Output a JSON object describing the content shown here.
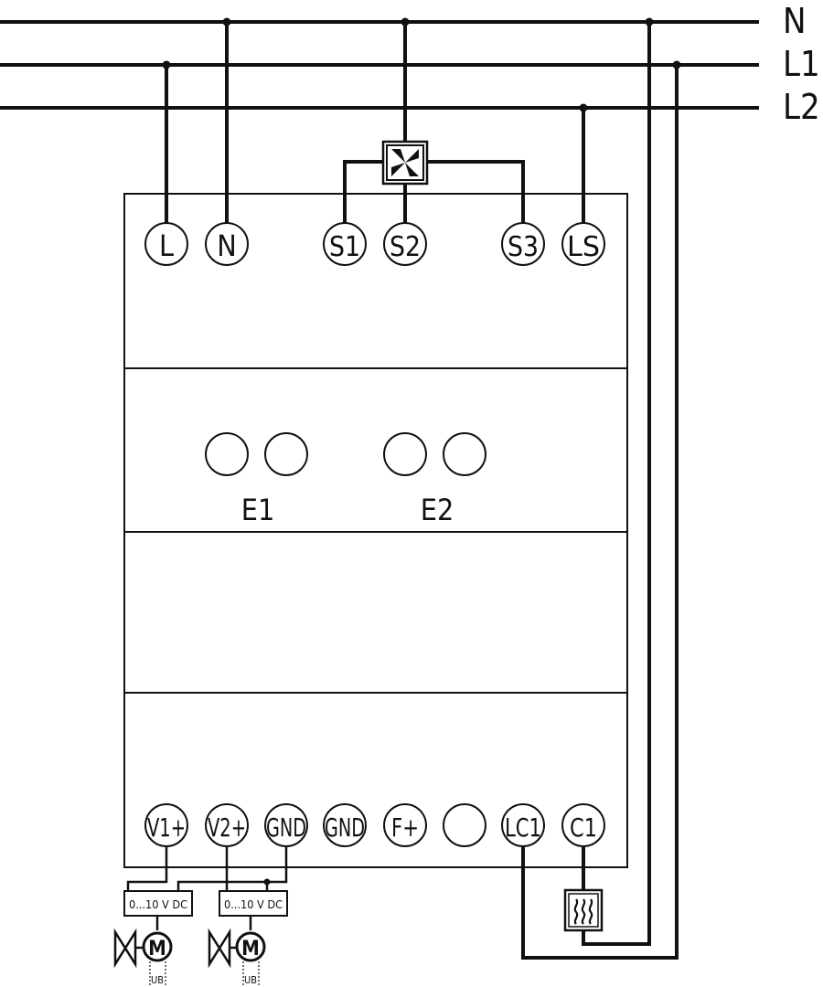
{
  "bus": {
    "n": "N",
    "l1": "L1",
    "l2": "L2"
  },
  "terminals_top": {
    "l": "L",
    "n": "N",
    "s1": "S1",
    "s2": "S2",
    "s3": "S3",
    "ls": "LS"
  },
  "controls": {
    "e1": "E1",
    "e2": "E2"
  },
  "terminals_bottom": {
    "v1": "V1+",
    "v2": "V2+",
    "gnd1": "GND",
    "gnd2": "GND",
    "f": "F+",
    "lc1": "LC1",
    "c1": "C1"
  },
  "actuators": {
    "signal_range": "0...10 V DC",
    "supply": "UB"
  },
  "icons": {
    "fan": "fan-icon",
    "heater": "heater-icon",
    "motor": "motor-icon",
    "valve": "valve-icon"
  }
}
